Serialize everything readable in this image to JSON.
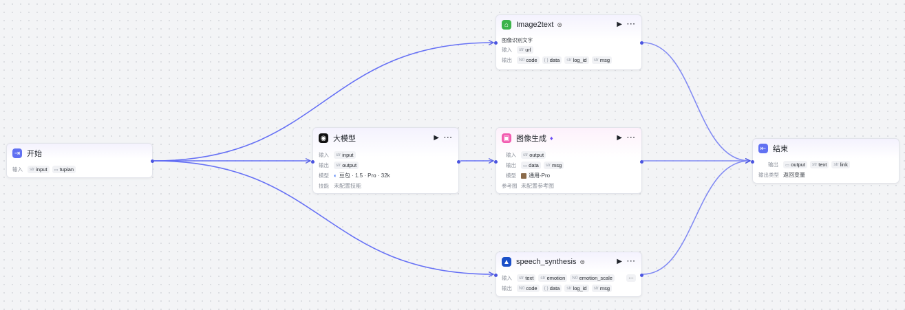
{
  "colors": {
    "edge": "#5f6af5",
    "port": "#4b55e0",
    "start_icon": "#6171f2",
    "end_icon": "#6171f2",
    "llm_icon": "#111111",
    "image_icon": "#f25bb0",
    "ocr_icon": "#3bb34a",
    "tts_icon": "#1a4fc8"
  },
  "labels": {
    "input": "输入",
    "output": "输出",
    "model": "模型",
    "skill": "技能",
    "ref_image": "参考图",
    "output_type": "输出类型"
  },
  "type_tags": {
    "str": "str",
    "num": "N0",
    "obj": "{ }",
    "img": ""
  },
  "nodes": {
    "start": {
      "title": "开始",
      "icon": "start-icon",
      "inputs": [
        {
          "type": "str",
          "name": "input"
        },
        {
          "type": "img",
          "name": "tupian"
        }
      ]
    },
    "llm": {
      "title": "大模型",
      "icon": "llm-icon",
      "inputs": [
        {
          "type": "str",
          "name": "input"
        }
      ],
      "outputs": [
        {
          "type": "str",
          "name": "output"
        }
      ],
      "model": "豆包 · 1.5 · Pro · 32k",
      "skill": "未配置技能"
    },
    "ocr": {
      "title": "Image2text",
      "badge_icon": "plugin-icon",
      "icon": "ocr-icon",
      "description": "图像识别文字",
      "inputs": [
        {
          "type": "str",
          "name": "url"
        }
      ],
      "outputs": [
        {
          "type": "num",
          "name": "code"
        },
        {
          "type": "obj",
          "name": "data"
        },
        {
          "type": "str",
          "name": "log_id"
        },
        {
          "type": "str",
          "name": "msg"
        }
      ]
    },
    "image_gen": {
      "title": "图像生成",
      "badge_icon": "diamond-icon",
      "icon": "image-gen-icon",
      "inputs": [
        {
          "type": "str",
          "name": "output"
        }
      ],
      "outputs": [
        {
          "type": "img",
          "name": "data"
        },
        {
          "type": "str",
          "name": "msg"
        }
      ],
      "model": "通用-Pro",
      "ref_image": "未配置参考图"
    },
    "tts": {
      "title": "speech_synthesis",
      "badge_icon": "plugin-icon",
      "icon": "tts-icon",
      "inputs": [
        {
          "type": "str",
          "name": "text"
        },
        {
          "type": "str",
          "name": "emotion"
        },
        {
          "type": "num",
          "name": "emotion_scale"
        }
      ],
      "more": "···",
      "outputs": [
        {
          "type": "num",
          "name": "code"
        },
        {
          "type": "obj",
          "name": "data"
        },
        {
          "type": "str",
          "name": "log_id"
        },
        {
          "type": "str",
          "name": "msg"
        }
      ]
    },
    "end": {
      "title": "结束",
      "icon": "end-icon",
      "outputs": [
        {
          "type": "img",
          "name": "output"
        },
        {
          "type": "str",
          "name": "text"
        },
        {
          "type": "str",
          "name": "link"
        }
      ],
      "output_type": "返回变量"
    }
  },
  "actions": {
    "run": "▶",
    "more": "···"
  }
}
